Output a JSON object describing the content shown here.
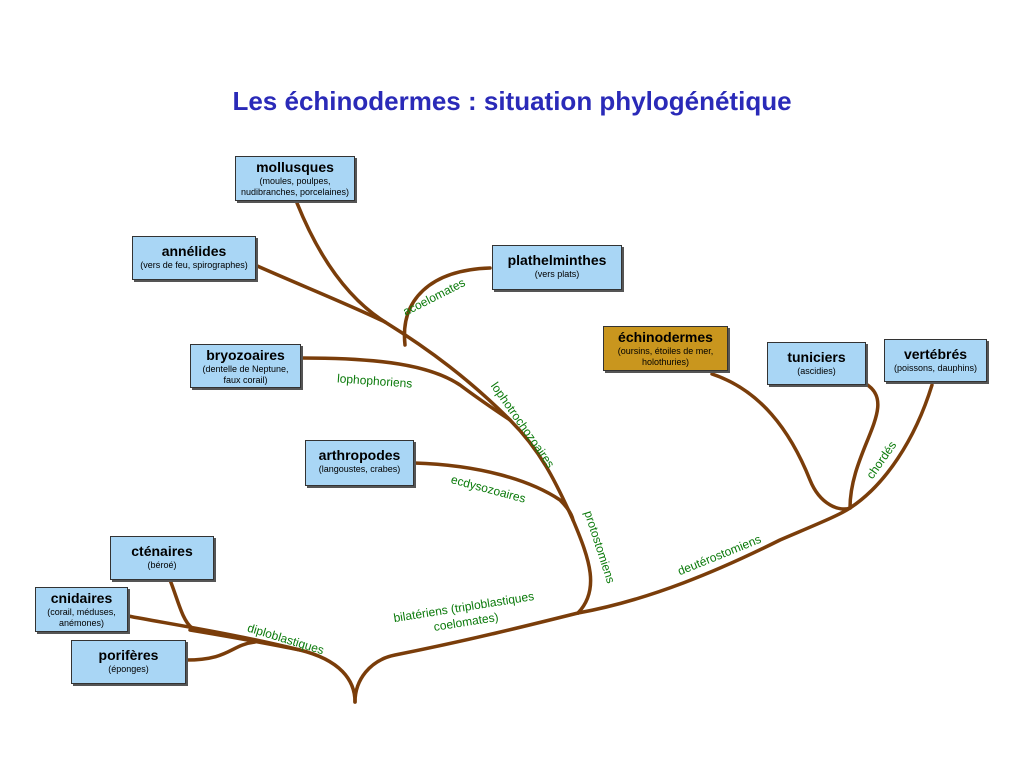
{
  "title": "Les échinodermes : situation phylogénétique",
  "colors": {
    "branch": "#7a3d0a",
    "box": "#a9d6f5",
    "highlight_box": "#c9961e",
    "label": "#0b7a0b",
    "title": "#2a2ab8"
  },
  "taxa": {
    "mollusques": {
      "name": "mollusques",
      "desc": "(moules, poulpes, nudibranches, porcelaines)"
    },
    "annelides": {
      "name": "annélides",
      "desc": "(vers de feu, spirographes)"
    },
    "plathelminthes": {
      "name": "plathelminthes",
      "desc": "(vers plats)"
    },
    "bryozoaires": {
      "name": "bryozoaires",
      "desc": "(dentelle de Neptune, faux corail)"
    },
    "arthropodes": {
      "name": "arthropodes",
      "desc": "(langoustes, crabes)"
    },
    "echinodermes": {
      "name": "échinodermes",
      "desc": "(oursins, étoiles de mer, holothuries)"
    },
    "tuniciers": {
      "name": "tuniciers",
      "desc": "(ascidies)"
    },
    "vertebres": {
      "name": "vertébrés",
      "desc": "(poissons, dauphins)"
    },
    "ctenaires": {
      "name": "cténaires",
      "desc": "(béroé)"
    },
    "cnidaires": {
      "name": "cnidaires",
      "desc": "(corail, méduses, anémones)"
    },
    "poriferes": {
      "name": "porifères",
      "desc": "(éponges)"
    }
  },
  "clades": {
    "acoelomates": "acoelomates",
    "lophophoriens": "lophophoriens",
    "lophotrochozoaires": "lophotrochozoaires",
    "ecdysozoaires": "ecdysozoaires",
    "protostomiens": "protostomiens",
    "chordes": "chordés",
    "deuterostomiens": "deutérostomiens",
    "bilateriens": "bilatériens (triploblastiques coelomates)",
    "diploblastiques": "diploblastiques"
  }
}
